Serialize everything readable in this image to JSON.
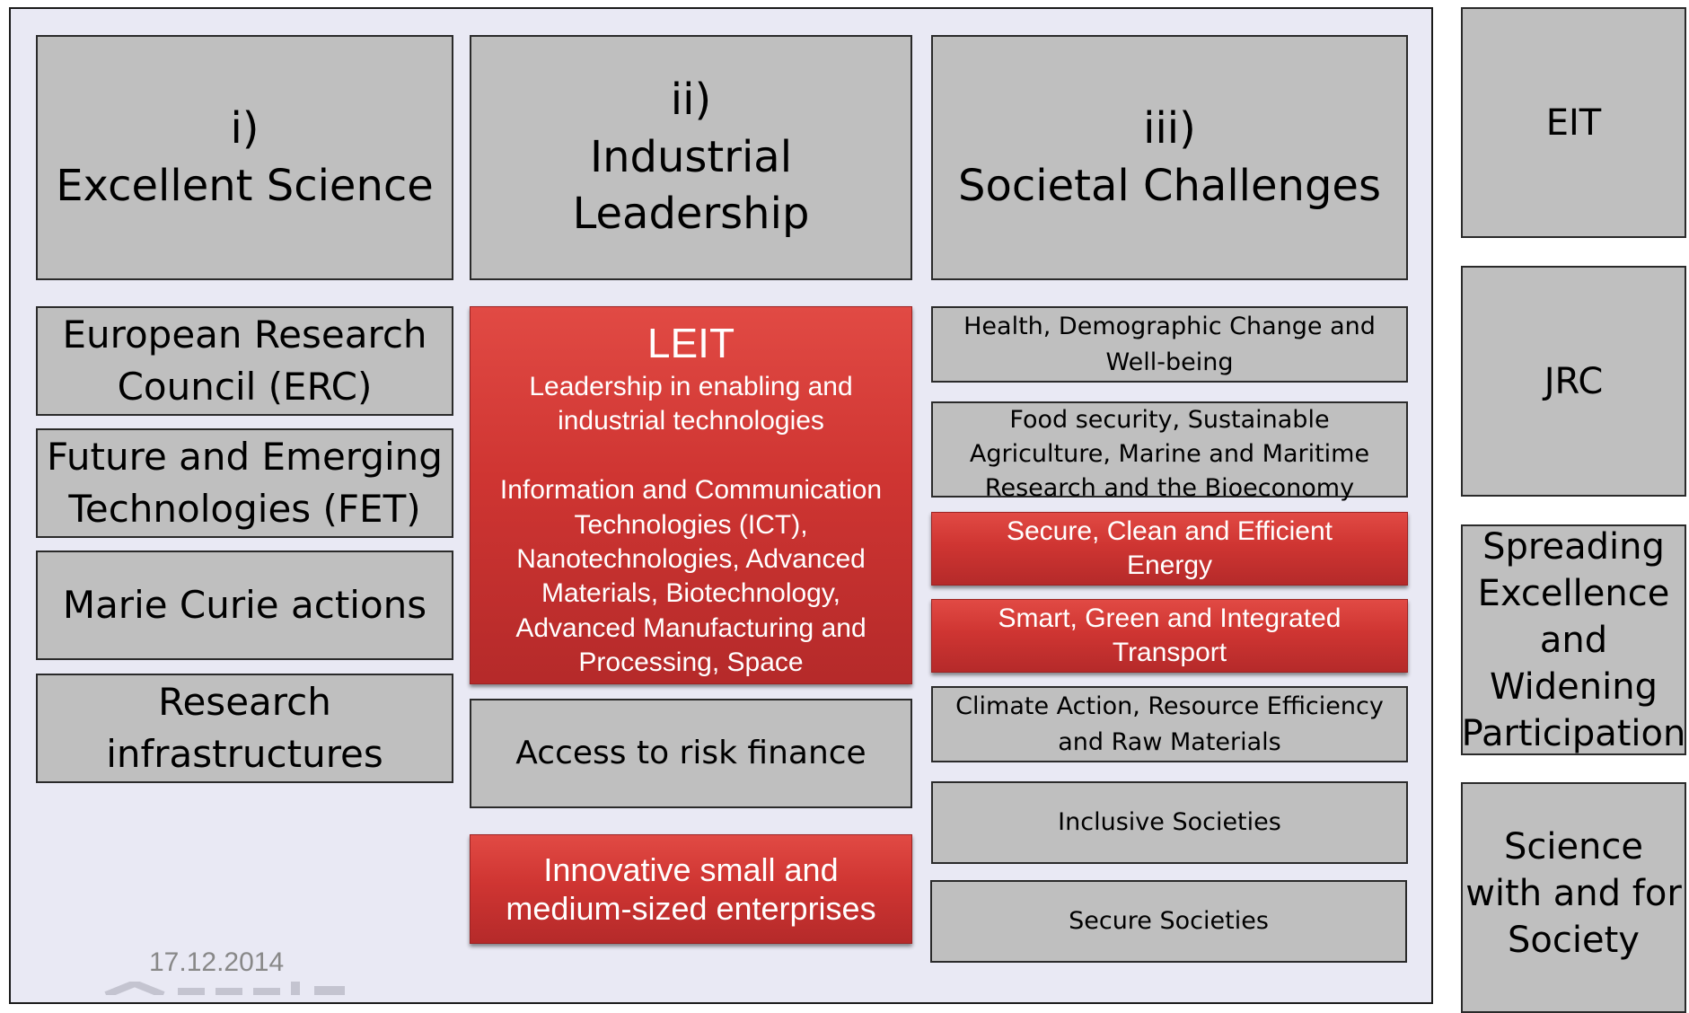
{
  "pillars": {
    "excellent_science": {
      "number": "i)",
      "title": "Excellent Science"
    },
    "industrial_leadership": {
      "number": "ii)",
      "title_line1": "Industrial",
      "title_line2": "Leadership"
    },
    "societal_challenges": {
      "number": "iii)",
      "title": "Societal Challenges"
    }
  },
  "excellent_science_items": {
    "erc_line1": "European Research",
    "erc_line2": "Council (ERC)",
    "fet_line1": "Future and Emerging",
    "fet_line2": "Technologies (FET)",
    "marie_curie": "Marie Curie actions",
    "ri_line1": "Research",
    "ri_line2": "infrastructures"
  },
  "industrial_items": {
    "leit_title": "LEIT",
    "leit_sub_line1": "Leadership in enabling and",
    "leit_sub_line2": "industrial technologies",
    "leit_list_line1": "Information and Communication",
    "leit_list_line2": "Technologies (ICT),",
    "leit_list_line3": "Nanotechnologies, Advanced",
    "leit_list_line4": "Materials, Biotechnology,",
    "leit_list_line5": "Advanced Manufacturing and",
    "leit_list_line6": "Processing, Space",
    "risk_finance": "Access to risk finance",
    "sme_line1": "Innovative small and",
    "sme_line2": "medium-sized enterprises"
  },
  "societal_items": {
    "health_line1": "Health, Demographic Change and",
    "health_line2": "Well-being",
    "food_line1": "Food security, Sustainable",
    "food_line2": "Agriculture, Marine and Maritime",
    "food_line3": "Research and the Bioeconomy",
    "energy_line1": "Secure, Clean and Efficient",
    "energy_line2": "Energy",
    "transport_line1": "Smart, Green and Integrated",
    "transport_line2": "Transport",
    "climate_line1": "Climate Action, Resource Efficiency",
    "climate_line2": "and Raw Materials",
    "inclusive": "Inclusive Societies",
    "secure": "Secure Societies"
  },
  "side_items": {
    "eit": "EIT",
    "jrc": "JRC",
    "spreading_line1": "Spreading",
    "spreading_line2": "Excellence",
    "spreading_line3": "and Widening",
    "spreading_line4": "Participation",
    "science_line1": "Science",
    "science_line2": "with and for",
    "science_line3": "Society"
  },
  "footer": {
    "date": "17.12.2014"
  },
  "colors": {
    "panel_background": "#e9e9f4",
    "grey_box": "#bfbfbf",
    "highlight_red": "#cf3532",
    "date_text": "#888888"
  }
}
